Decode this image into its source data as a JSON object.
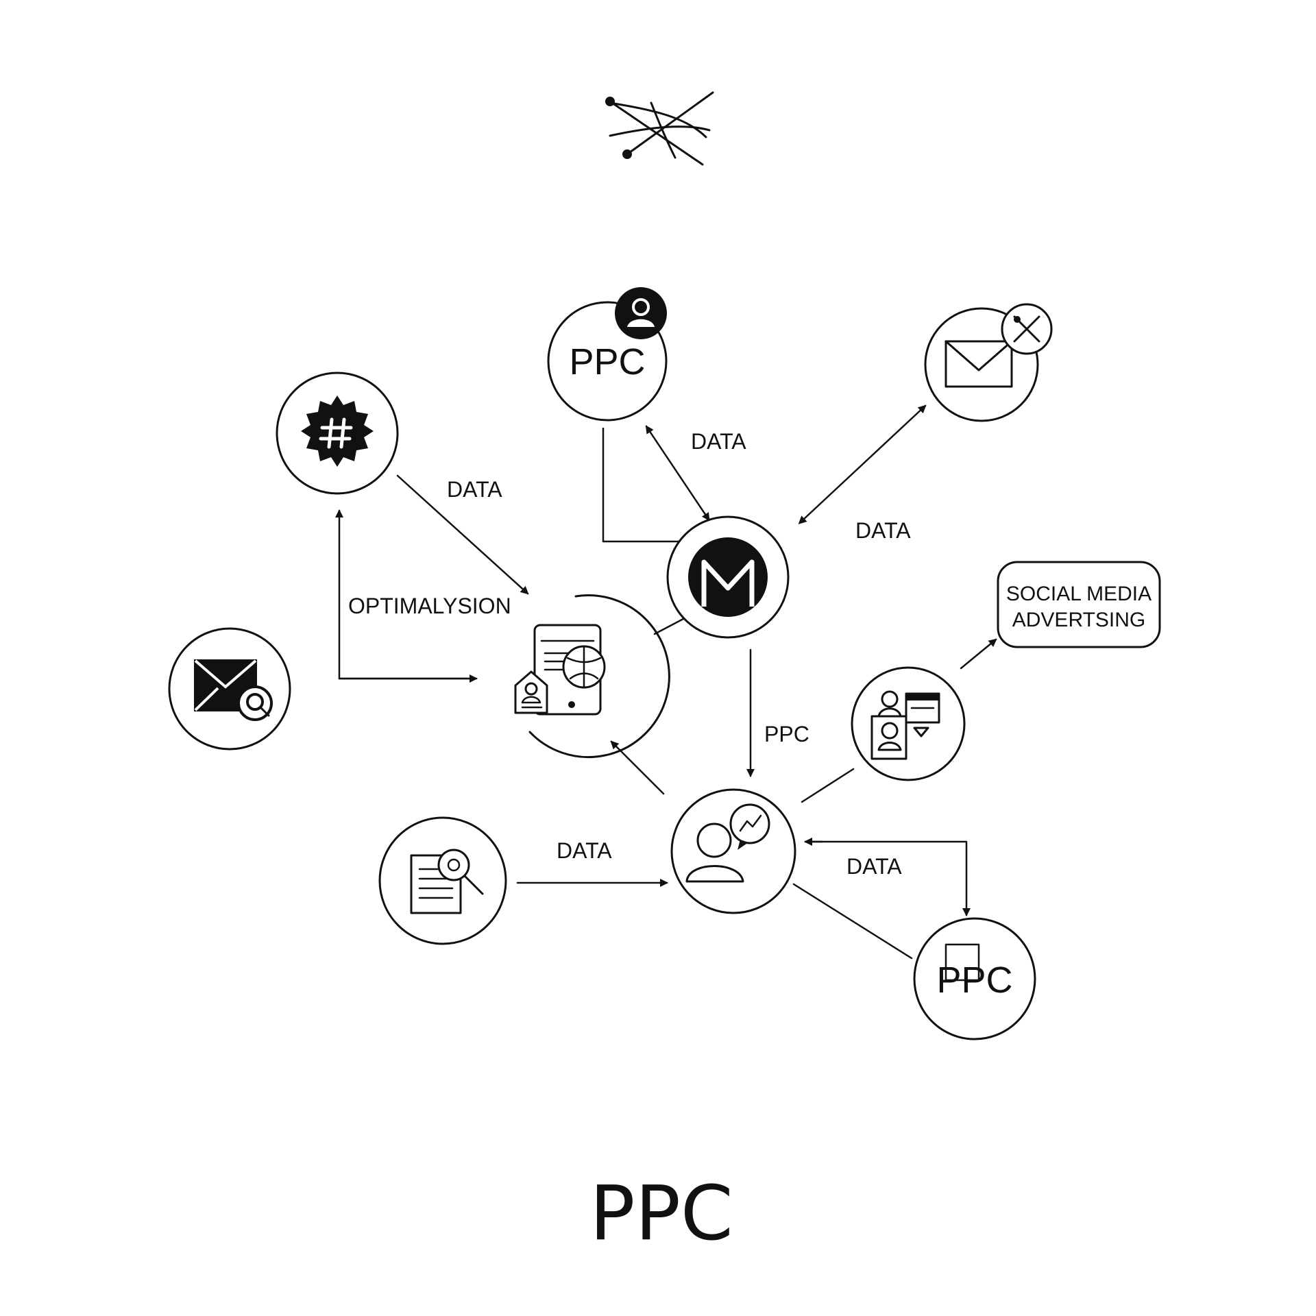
{
  "title": "PPC",
  "nodes": {
    "ppc_top": {
      "label": "PPC"
    },
    "ppc_bottom": {
      "label": "PPC"
    },
    "social_media": {
      "line1": "SOCIAL MEDIA",
      "line2": "ADVERTSING"
    }
  },
  "edge_labels": {
    "gear_to_center": "DATA",
    "ppc_to_m": "DATA",
    "mail_to_m": "DATA",
    "optim": "OPTIMALYSION",
    "m_to_person": "PPC",
    "doc_to_person": "DATA",
    "person_to_ppc": "DATA"
  },
  "icons": {
    "top": "crossed-lines-icon",
    "gear": "gear-hash-icon",
    "ppc_badge": "user-badge-icon",
    "mail_top": "envelope-icon",
    "mail_badge": "tools-icon",
    "center": "monero-icon",
    "mail_search": "envelope-search-icon",
    "device": "device-profile-icon",
    "meeting": "people-screen-icon",
    "person": "person-chat-icon",
    "doc": "document-search-icon"
  }
}
